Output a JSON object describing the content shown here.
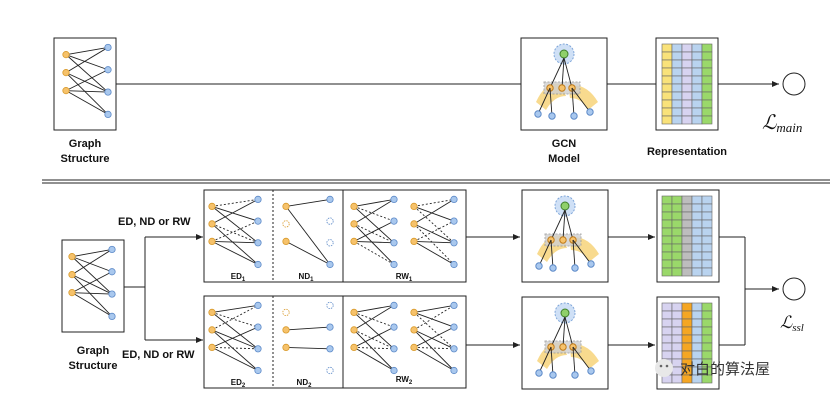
{
  "top": {
    "graph_label_1": "Graph",
    "graph_label_2": "Structure",
    "gcn_label_1": "GCN",
    "gcn_label_2": "Model",
    "representation_label": "Representation",
    "loss_symbol": "ℒ",
    "loss_subscript": "main"
  },
  "bottom": {
    "augment_label_top": "ED, ND or RW",
    "augment_label_bottom": "ED, ND or RW",
    "graph_label_1": "Graph",
    "graph_label_2": "Structure",
    "view1": {
      "ed": "ED",
      "ed_sub": "1",
      "nd": "ND",
      "nd_sub": "1",
      "rw": "RW",
      "rw_sub": "1"
    },
    "view2": {
      "ed": "ED",
      "ed_sub": "2",
      "nd": "ND",
      "nd_sub": "2",
      "rw": "RW",
      "rw_sub": "2"
    },
    "loss_symbol": "ℒ",
    "loss_subscript": "ssl"
  },
  "watermark": "对白的算法屋",
  "colors": {
    "user_node": "#f6c26b",
    "item_node": "#a9c8ee",
    "line": "#222222",
    "rep_blue": "#b9d3ef",
    "rep_yellow": "#f9e27a",
    "rep_green": "#9ad86a",
    "rep_gray": "#bdbdbd",
    "rep_orange": "#f5a623",
    "rep_purple": "#d7d3f0"
  }
}
